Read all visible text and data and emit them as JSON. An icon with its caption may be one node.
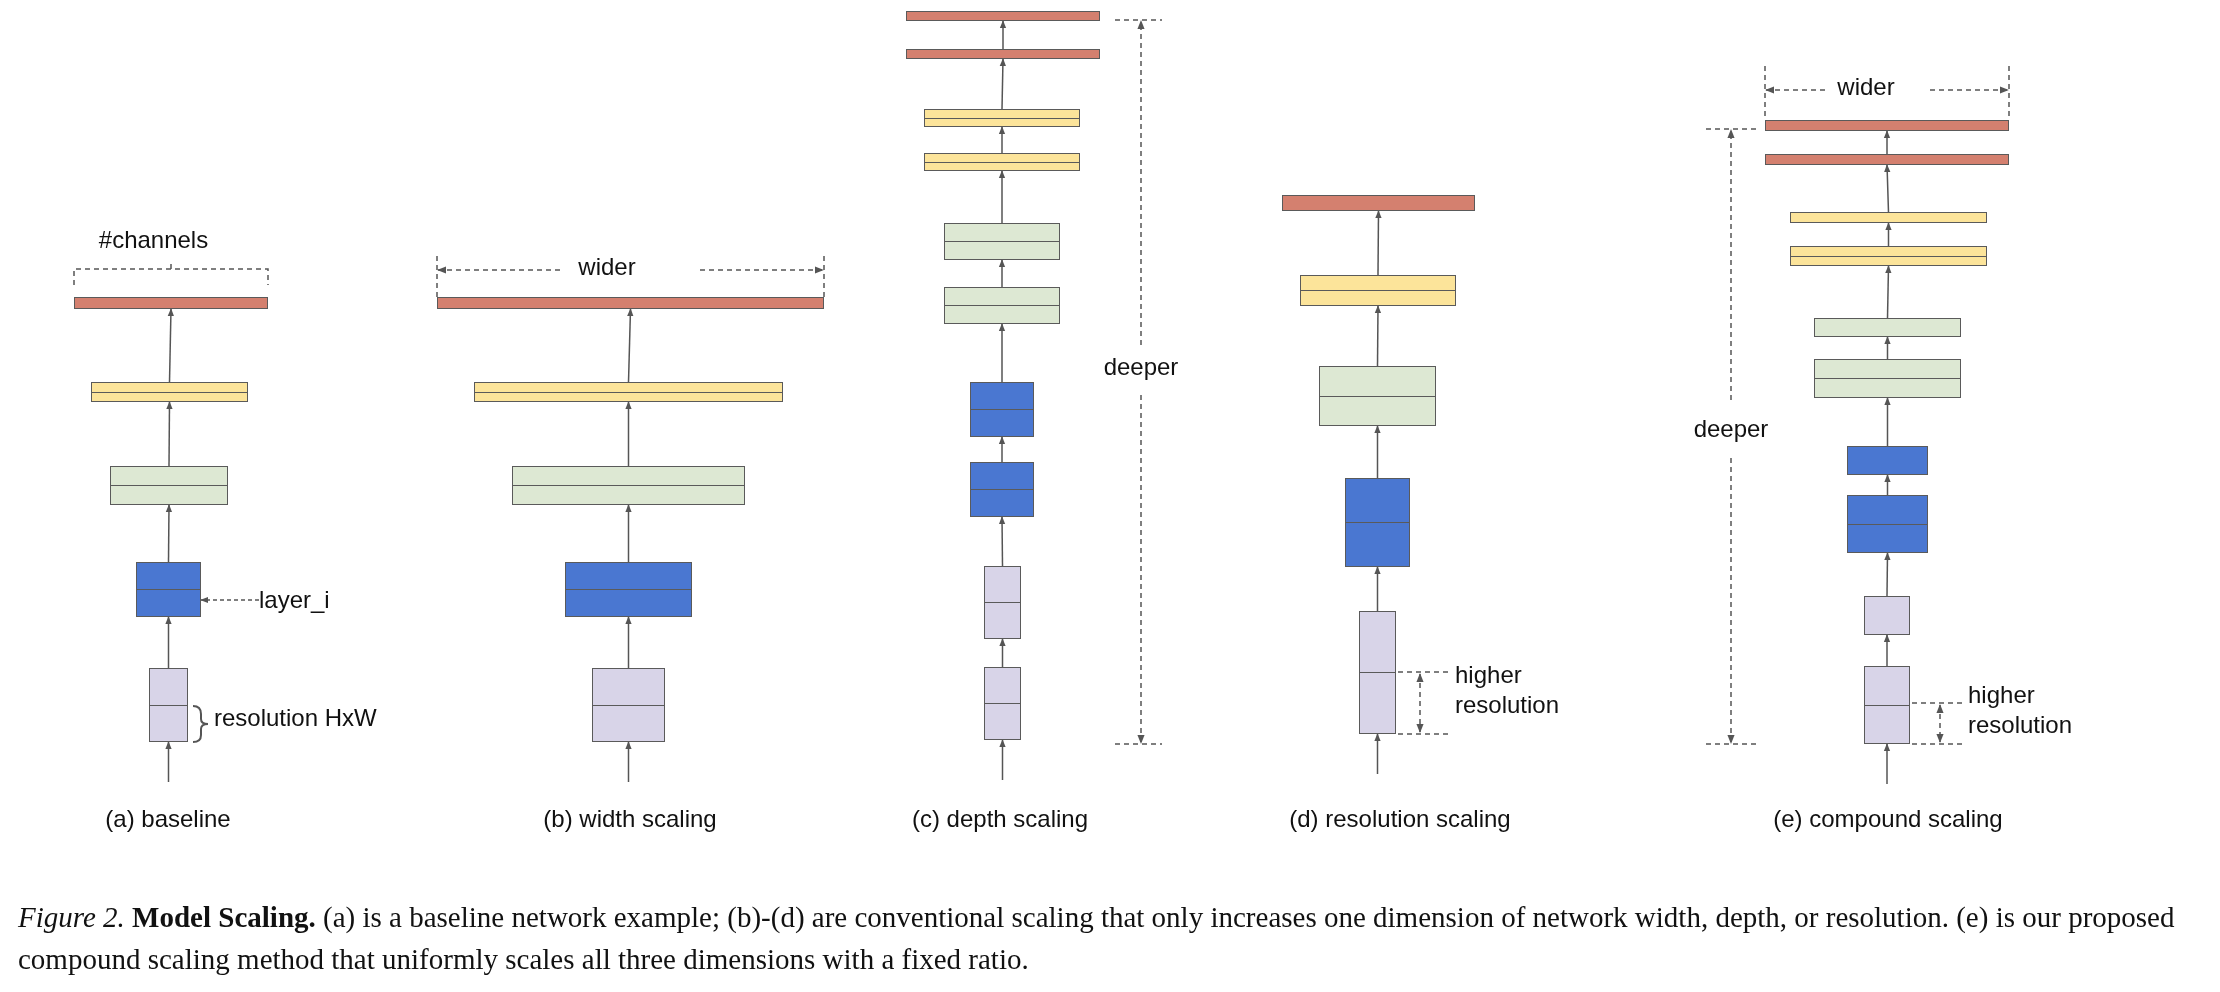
{
  "diagram": {
    "caption": "*Figure 2.* **Model Scaling.** (a) is a baseline network example; (b)-(d) are conventional scaling that only increases one dimension of network width, depth, or resolution. (e) is our proposed compound scaling method that uniformly scales all three dimensions with a fixed ratio.",
    "nodes": [
      {
        "text": [],
        "shape": "box"
      },
      {
        "text": [],
        "shape": "box"
      },
      {
        "text": [],
        "shape": "box"
      },
      {
        "text": [],
        "shape": "box"
      },
      {
        "text": [],
        "shape": "box"
      },
      {
        "text": [
          "layer_i"
        ]
      },
      {
        "text": [],
        "shape": "box"
      },
      {
        "text": [],
        "shape": "box"
      },
      {
        "text": [],
        "shape": "box"
      },
      {
        "text": [],
        "shape": "box"
      },
      {
        "text": [],
        "shape": "box"
      },
      {
        "text": [],
        "shape": "box"
      },
      {
        "text": [],
        "shape": "box"
      },
      {
        "text": [],
        "shape": "box"
      },
      {
        "text": [],
        "shape": "box"
      },
      {
        "text": [],
        "shape": "box"
      },
      {
        "text": [],
        "shape": "box"
      },
      {
        "text": [],
        "shape": "box"
      },
      {
        "text": [],
        "shape": "box"
      },
      {
        "text": [],
        "shape": "box"
      },
      {
        "text": [],
        "shape": "box"
      },
      {
        "text": [],
        "shape": "box"
      },
      {
        "text": [],
        "shape": "box"
      },
      {
        "text": [],
        "shape": "box"
      },
      {
        "text": [],
        "shape": "box"
      },
      {
        "text": [],
        "shape": "box"
      },
      {
        "text": [],
        "shape": "box"
      },
      {
        "text": [],
        "shape": "box"
      },
      {
        "text": [],
        "shape": "box"
      },
      {
        "text": [],
        "shape": "box"
      },
      {
        "text": [],
        "shape": "box"
      },
      {
        "text": [],
        "shape": "box"
      },
      {
        "text": [],
        "shape": "box"
      },
      {
        "text": [],
        "shape": "box"
      },
      {
        "text": [],
        "shape": "box"
      },
      {
        "text": [],
        "shape": "box"
      }
    ],
    "edges": [
      {
        "from": null,
        "to": 4,
        "arrow": "to"
      },
      {
        "from": 4,
        "to": 3,
        "arrow": "to"
      },
      {
        "from": 3,
        "to": 2,
        "arrow": "to"
      },
      {
        "from": 2,
        "to": 1,
        "arrow": "to"
      },
      {
        "from": 1,
        "to": 0,
        "arrow": "to"
      },
      {
        "from": 5,
        "to": 3,
        "arrow": "to",
        "style": "dashed"
      },
      {
        "from": null,
        "to": 10,
        "arrow": "to"
      },
      {
        "from": 10,
        "to": 9,
        "arrow": "to"
      },
      {
        "from": 9,
        "to": 8,
        "arrow": "to"
      },
      {
        "from": 8,
        "to": 7,
        "arrow": "to"
      },
      {
        "from": 7,
        "to": 6,
        "arrow": "to"
      },
      {
        "from": null,
        "to": 20,
        "arrow": "to"
      },
      {
        "from": 20,
        "to": 19,
        "arrow": "to"
      },
      {
        "from": 19,
        "to": 18,
        "arrow": "to"
      },
      {
        "from": 18,
        "to": 17,
        "arrow": "to"
      },
      {
        "from": 17,
        "to": 16,
        "arrow": "to"
      },
      {
        "from": 16,
        "to": 15,
        "arrow": "to"
      },
      {
        "from": 15,
        "to": 14,
        "arrow": "to"
      },
      {
        "from": 14,
        "to": 13,
        "arrow": "to"
      },
      {
        "from": 13,
        "to": 12,
        "arrow": "to"
      },
      {
        "from": 12,
        "to": 11,
        "arrow": "to"
      },
      {
        "from": null,
        "to": 25,
        "arrow": "to"
      },
      {
        "from": 25,
        "to": 24,
        "arrow": "to"
      },
      {
        "from": 24,
        "to": 23,
        "arrow": "to"
      },
      {
        "from": 23,
        "to": 22,
        "arrow": "to"
      },
      {
        "from": 22,
        "to": 21,
        "arrow": "to"
      },
      {
        "from": null,
        "to": 35,
        "arrow": "to"
      },
      {
        "from": 35,
        "to": 34,
        "arrow": "to"
      },
      {
        "from": 34,
        "to": 33,
        "arrow": "to"
      },
      {
        "from": 33,
        "to": 32,
        "arrow": "to"
      },
      {
        "from": 32,
        "to": 31,
        "arrow": "to"
      },
      {
        "from": 31,
        "to": 30,
        "arrow": "to"
      },
      {
        "from": 30,
        "to": 29,
        "arrow": "to"
      },
      {
        "from": 29,
        "to": 28,
        "arrow": "to"
      },
      {
        "from": 28,
        "to": 27,
        "arrow": "to"
      },
      {
        "from": 27,
        "to": 26,
        "arrow": "to"
      }
    ],
    "labels": [
      "#channels",
      "resolution HxW",
      "(a) baseline",
      "wider",
      "(b) width scaling",
      "deeper",
      "(c) depth scaling",
      "higher resolution",
      "(d) resolution scaling",
      "wider",
      "deeper",
      "higher resolution",
      "(e) compound scaling"
    ]
  }
}
